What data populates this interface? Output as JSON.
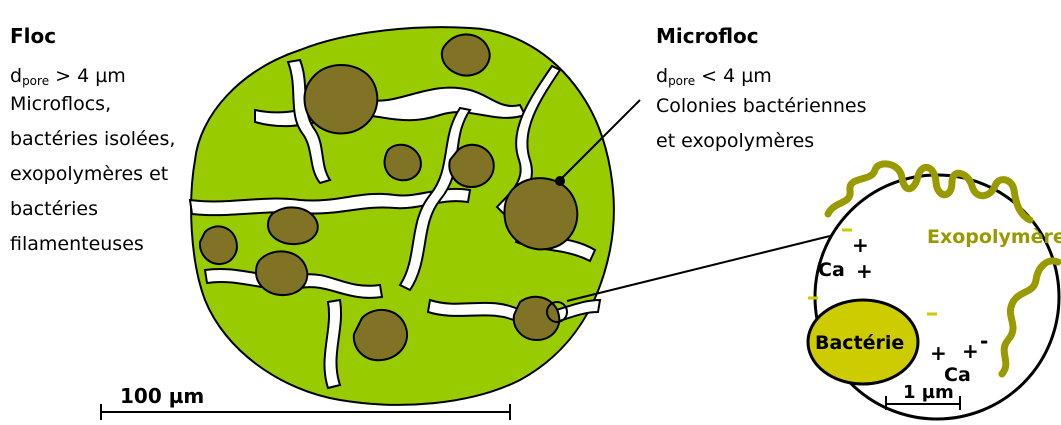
{
  "floc": {
    "title": "Floc",
    "pore_var": "d",
    "pore_sub": "pore",
    "pore_cond": "> 4 µm",
    "lines": [
      "Microflocs,",
      "bactéries isolées,",
      "exopolymères et",
      "bactéries",
      "filamenteuses"
    ]
  },
  "microfloc": {
    "title": "Microfloc",
    "pore_var": "d",
    "pore_sub": "pore",
    "pore_cond": "< 4 µm",
    "lines": [
      "Colonies bactériennes",
      "et exopolymères"
    ]
  },
  "scale_bar_floc": "100 µm",
  "zoom": {
    "exopolymer_label": "Exopolymère",
    "bacteria_label": "Bactérie",
    "calcium_label": "Ca",
    "plus_sign": "+",
    "minus_sign": "-",
    "scale_bar": "1 µm"
  },
  "colors": {
    "floc_green": "#99cc00",
    "microfloc_brown": "#807326",
    "exopolymer_olive": "#999900",
    "bacteria_yellow": "#cccc00",
    "minus_marker": "#cccc00"
  }
}
